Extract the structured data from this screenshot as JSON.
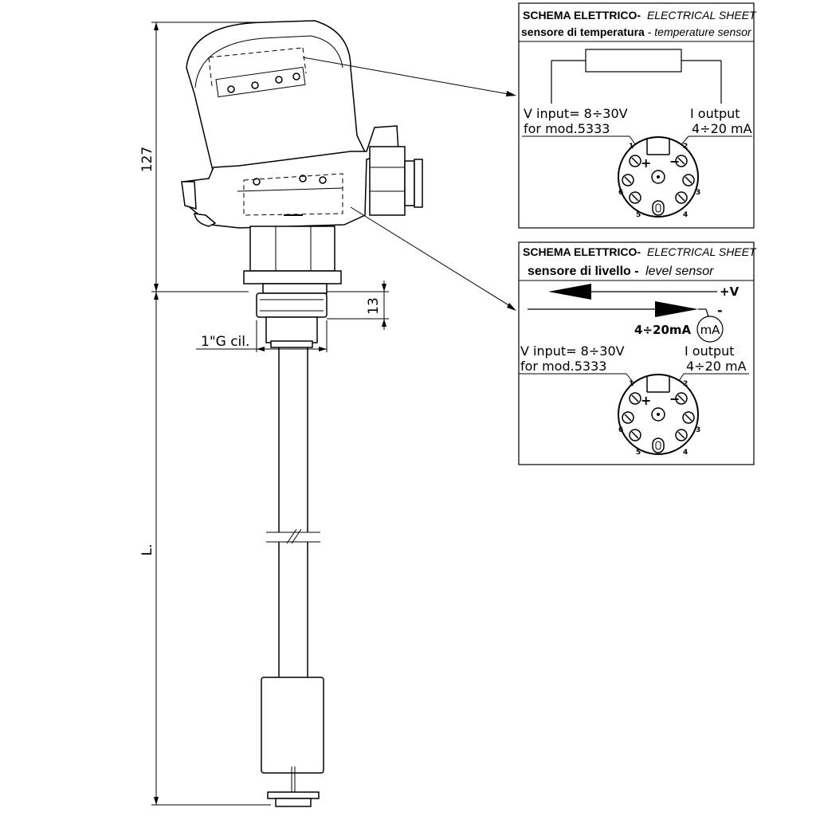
{
  "dimensions": {
    "height_127": "127",
    "height_13": "13",
    "thread": "1\"G cil.",
    "length": "L."
  },
  "temperature_panel": {
    "title_it": "SCHEMA ELETTRICO-",
    "title_en": "ELECTRICAL SHEET",
    "subtitle_it": "sensore di temperatura",
    "subtitle_sep": " - ",
    "subtitle_en": "temperature sensor",
    "v_input_line1": "V input= 8÷30V",
    "v_input_line2": "for mod.5333",
    "i_output_line1": "I output",
    "i_output_line2": "4÷20 mA"
  },
  "level_panel": {
    "title_it": "SCHEMA ELETTRICO-",
    "title_en": "ELECTRICAL SHEET",
    "subtitle_it": "sensore di livello -",
    "subtitle_en": "level sensor",
    "plus_v": "+V",
    "minus": "-",
    "current": "4÷20mA",
    "meter": "mA",
    "v_input_line1": "V input= 8÷30V",
    "v_input_line2": "for mod.5333",
    "i_output_line1": "I output",
    "i_output_line2": "4÷20 mA"
  },
  "terminal_block": {
    "numbers": [
      "1",
      "2",
      "3",
      "4",
      "5",
      "6"
    ],
    "plus": "+",
    "minus": "−"
  }
}
